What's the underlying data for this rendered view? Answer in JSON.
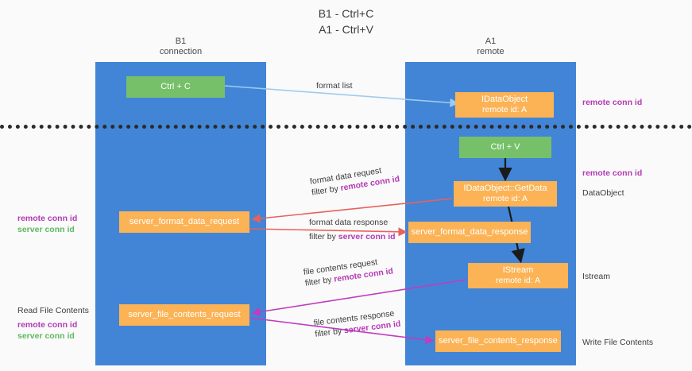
{
  "title": {
    "line1": "B1 - Ctrl+C",
    "line2": "A1 - Ctrl+V"
  },
  "columns": [
    {
      "name": "B1",
      "role": "connection"
    },
    {
      "name": "A1",
      "role": "remote"
    }
  ],
  "nodes": {
    "ctrl_c": {
      "label": "Ctrl + C",
      "color": "#77c06a"
    },
    "idataobject": {
      "label": "IDataObject",
      "sub": "remote id: A",
      "color": "#fbb356"
    },
    "ctrl_v": {
      "label": "Ctrl + V",
      "color": "#77c06a"
    },
    "getdata": {
      "label": "IDataObject::GetData",
      "sub": "remote id: A",
      "color": "#fbb356"
    },
    "server_format_data_request": {
      "label": "server_format_data_request",
      "color": "#fbb356"
    },
    "server_format_data_response": {
      "label": "server_format_data_response",
      "color": "#fbb356"
    },
    "istream": {
      "label": "IStream",
      "sub": "remote id: A",
      "color": "#fbb356"
    },
    "server_file_contents_request": {
      "label": "server_file_contents_request",
      "color": "#fbb356"
    },
    "server_file_contents_response": {
      "label": "server_file_contents_response",
      "color": "#fbb356"
    }
  },
  "edges": {
    "format_list": {
      "label": "format list"
    },
    "format_data_request": {
      "label": "format data request",
      "filter_prefix": "filter by ",
      "filter_key": "remote conn id"
    },
    "format_data_response": {
      "label": "format data response",
      "filter_prefix": "filter by ",
      "filter_key": "server conn id"
    },
    "file_contents_request": {
      "label": "file contents request",
      "filter_prefix": "filter by ",
      "filter_key": "remote conn id"
    },
    "file_contents_response": {
      "label": "file contents response",
      "filter_prefix": "filter by ",
      "filter_key": "server conn id"
    }
  },
  "annotations": {
    "right_top_remote": "remote conn id",
    "right_getdata_remote": "remote conn id",
    "right_dataobject": "DataObject",
    "right_istream": "Istream",
    "right_write_file": "Write File Contents",
    "left_read_file": "Read File Contents",
    "left_remote_1": "remote conn id",
    "left_server_1": "server conn id",
    "left_remote_2": "remote conn id",
    "left_server_2": "server conn id"
  },
  "colors": {
    "lane": "#4285d6",
    "green_node": "#77c06a",
    "orange_node": "#fbb356",
    "purple_text": "#b23ab5",
    "green_text": "#5fb85f",
    "red_arrow": "#e8615c",
    "magenta_arrow": "#c03cc0",
    "blue_arrow": "#9ecbef",
    "black_arrow": "#1b1b1b",
    "divider": "#2b2b2b",
    "background": "#fafafa"
  }
}
